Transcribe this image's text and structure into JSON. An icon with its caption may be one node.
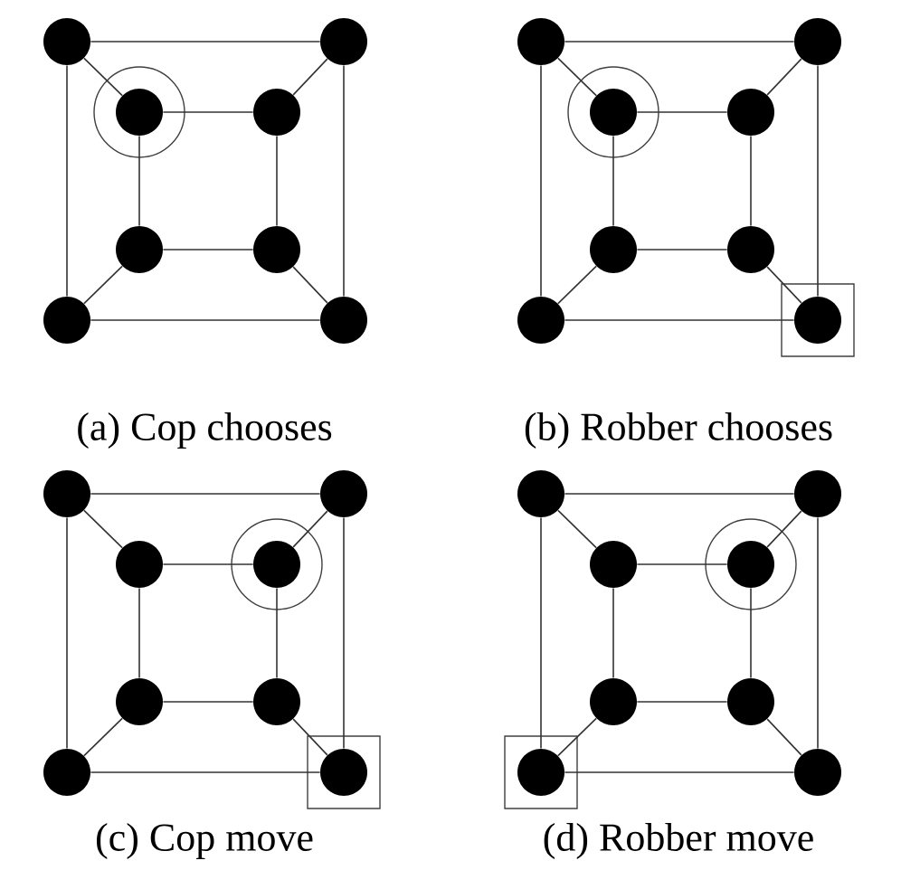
{
  "diagram": {
    "nodes": [
      {
        "text": [],
        "shape": "circle"
      },
      {
        "text": [],
        "shape": "circle"
      },
      {
        "text": [],
        "shape": "circle"
      },
      {
        "text": [],
        "shape": "circle",
        "in": 0
      },
      {
        "text": [],
        "shape": "circle"
      },
      {
        "text": [],
        "shape": "circle"
      },
      {
        "text": [],
        "shape": "circle"
      },
      {
        "text": [],
        "shape": "circle"
      },
      {
        "text": [],
        "shape": "circle"
      },
      {
        "text": [],
        "shape": "circle"
      },
      {
        "text": [],
        "shape": "box"
      },
      {
        "text": [],
        "shape": "circle"
      },
      {
        "text": [],
        "shape": "circle"
      },
      {
        "text": [],
        "shape": "circle",
        "in": 9
      },
      {
        "text": [],
        "shape": "circle"
      },
      {
        "text": [],
        "shape": "circle"
      },
      {
        "text": [],
        "shape": "circle"
      },
      {
        "text": [],
        "shape": "circle"
      },
      {
        "text": [],
        "shape": "circle",
        "in": 10
      },
      {
        "text": [],
        "shape": "circle"
      },
      {
        "text": [],
        "shape": "box"
      },
      {
        "text": [],
        "shape": "circle"
      },
      {
        "text": [],
        "shape": "circle"
      },
      {
        "text": [],
        "shape": "circle"
      },
      {
        "text": [],
        "shape": "circle",
        "in": 19
      },
      {
        "text": [],
        "shape": "circle"
      },
      {
        "text": [],
        "shape": "circle"
      },
      {
        "text": [],
        "shape": "circle"
      },
      {
        "text": [],
        "shape": "circle",
        "in": 20
      },
      {
        "text": [],
        "shape": "circle"
      },
      {
        "text": [],
        "shape": "box"
      },
      {
        "text": [],
        "shape": "circle"
      },
      {
        "text": [],
        "shape": "circle"
      },
      {
        "text": [],
        "shape": "circle"
      },
      {
        "text": [],
        "shape": "circle",
        "in": 29
      },
      {
        "text": [],
        "shape": "circle"
      },
      {
        "text": [],
        "shape": "circle"
      },
      {
        "text": [],
        "shape": "circle",
        "in": 30
      },
      {
        "text": [],
        "shape": "circle"
      }
    ],
    "edges": [
      {
        "from": 1,
        "to": 2,
        "arrow": "none"
      },
      {
        "from": 2,
        "to": 8,
        "arrow": "none"
      },
      {
        "from": 8,
        "to": 7,
        "arrow": "none"
      },
      {
        "from": 7,
        "to": 1,
        "arrow": "none"
      },
      {
        "from": 3,
        "to": 4,
        "arrow": "none"
      },
      {
        "from": 4,
        "to": 6,
        "arrow": "none"
      },
      {
        "from": 6,
        "to": 5,
        "arrow": "none"
      },
      {
        "from": 5,
        "to": 3,
        "arrow": "none"
      },
      {
        "from": 1,
        "to": 3,
        "arrow": "none"
      },
      {
        "from": 2,
        "to": 4,
        "arrow": "none"
      },
      {
        "from": 7,
        "to": 5,
        "arrow": "none"
      },
      {
        "from": 8,
        "to": 6,
        "arrow": "none"
      },
      {
        "from": 11,
        "to": 12,
        "arrow": "none"
      },
      {
        "from": 12,
        "to": 18,
        "arrow": "none"
      },
      {
        "from": 18,
        "to": 17,
        "arrow": "none"
      },
      {
        "from": 17,
        "to": 11,
        "arrow": "none"
      },
      {
        "from": 13,
        "to": 14,
        "arrow": "none"
      },
      {
        "from": 14,
        "to": 16,
        "arrow": "none"
      },
      {
        "from": 16,
        "to": 15,
        "arrow": "none"
      },
      {
        "from": 15,
        "to": 13,
        "arrow": "none"
      },
      {
        "from": 11,
        "to": 13,
        "arrow": "none"
      },
      {
        "from": 12,
        "to": 14,
        "arrow": "none"
      },
      {
        "from": 17,
        "to": 15,
        "arrow": "none"
      },
      {
        "from": 18,
        "to": 16,
        "arrow": "none"
      },
      {
        "from": 21,
        "to": 22,
        "arrow": "none"
      },
      {
        "from": 22,
        "to": 28,
        "arrow": "none"
      },
      {
        "from": 28,
        "to": 27,
        "arrow": "none"
      },
      {
        "from": 27,
        "to": 21,
        "arrow": "none"
      },
      {
        "from": 23,
        "to": 24,
        "arrow": "none"
      },
      {
        "from": 24,
        "to": 26,
        "arrow": "none"
      },
      {
        "from": 26,
        "to": 25,
        "arrow": "none"
      },
      {
        "from": 25,
        "to": 23,
        "arrow": "none"
      },
      {
        "from": 21,
        "to": 23,
        "arrow": "none"
      },
      {
        "from": 22,
        "to": 24,
        "arrow": "none"
      },
      {
        "from": 27,
        "to": 25,
        "arrow": "none"
      },
      {
        "from": 28,
        "to": 26,
        "arrow": "none"
      },
      {
        "from": 31,
        "to": 32,
        "arrow": "none"
      },
      {
        "from": 32,
        "to": 38,
        "arrow": "none"
      },
      {
        "from": 38,
        "to": 37,
        "arrow": "none"
      },
      {
        "from": 37,
        "to": 31,
        "arrow": "none"
      },
      {
        "from": 33,
        "to": 34,
        "arrow": "none"
      },
      {
        "from": 34,
        "to": 36,
        "arrow": "none"
      },
      {
        "from": 36,
        "to": 35,
        "arrow": "none"
      },
      {
        "from": 35,
        "to": 33,
        "arrow": "none"
      },
      {
        "from": 31,
        "to": 33,
        "arrow": "none"
      },
      {
        "from": 32,
        "to": 34,
        "arrow": "none"
      },
      {
        "from": 37,
        "to": 35,
        "arrow": "none"
      },
      {
        "from": 38,
        "to": 36,
        "arrow": "none"
      }
    ],
    "labels": [
      "(a) Cop chooses",
      "(b) Robber chooses",
      "(c) Cop move",
      "(d) Robber move"
    ]
  }
}
